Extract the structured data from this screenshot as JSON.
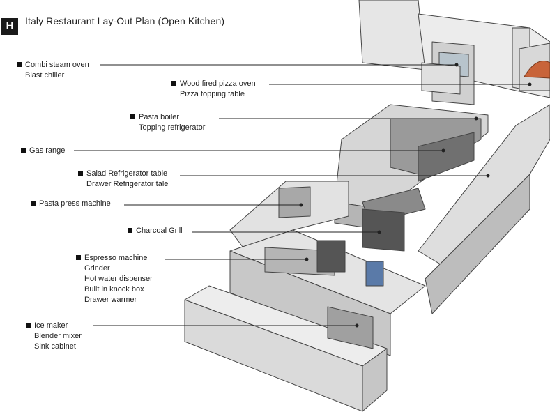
{
  "badge": "H",
  "title": "Italy Restaurant Lay-Out Plan (Open Kitchen)",
  "callouts": [
    {
      "lines": [
        "Combi steam oven",
        "Blast chiller"
      ]
    },
    {
      "lines": [
        "Wood fired pizza oven",
        "Pizza topping table"
      ]
    },
    {
      "lines": [
        "Pasta boiler",
        "Topping refrigerator"
      ]
    },
    {
      "lines": [
        "Gas range"
      ]
    },
    {
      "lines": [
        "Salad Refrigerator table",
        "Drawer Refrigerator tale"
      ]
    },
    {
      "lines": [
        "Pasta press machine"
      ]
    },
    {
      "lines": [
        "Charcoal Grill"
      ]
    },
    {
      "lines": [
        "Espresso machine",
        "Grinder",
        "Hot water dispenser",
        "Built in knock box",
        "Drawer warmer"
      ]
    },
    {
      "lines": [
        "Ice maker",
        "Blender mixer",
        "Sink cabinet"
      ]
    }
  ]
}
